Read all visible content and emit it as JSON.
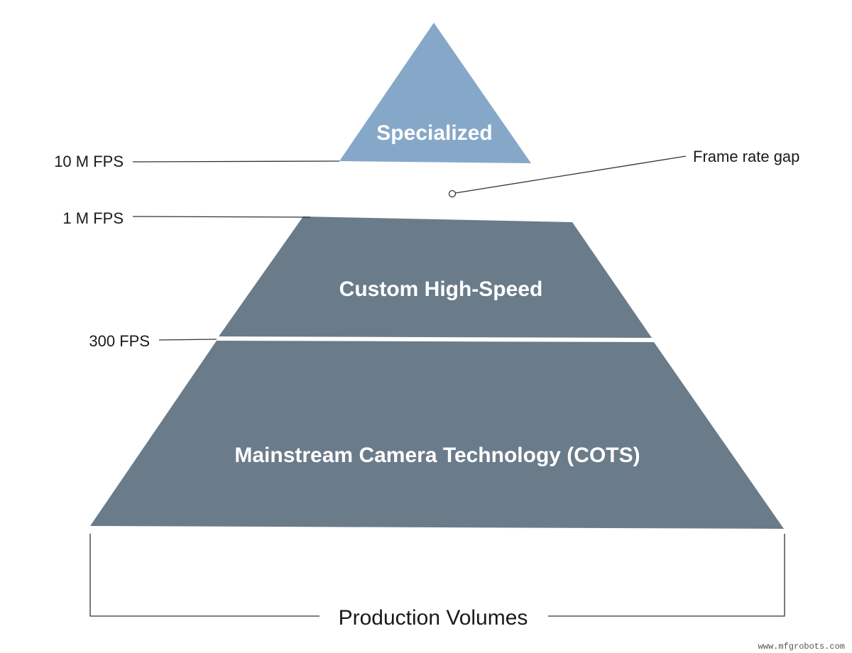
{
  "tiers": {
    "top": {
      "label": "Specialized",
      "color": "#86a8c8"
    },
    "middle": {
      "label": "Custom High-Speed",
      "color": "#6a7b8a"
    },
    "bottom": {
      "label": "Mainstream Camera Technology (COTS)",
      "color": "#6a7b8a"
    }
  },
  "thresholds": {
    "top": "10 M FPS",
    "middle": "1 M FPS",
    "bottom": "300 FPS"
  },
  "callout": {
    "label": "Frame rate gap"
  },
  "axis": {
    "label": "Production Volumes"
  },
  "watermark": "www.mfgrobots.com"
}
